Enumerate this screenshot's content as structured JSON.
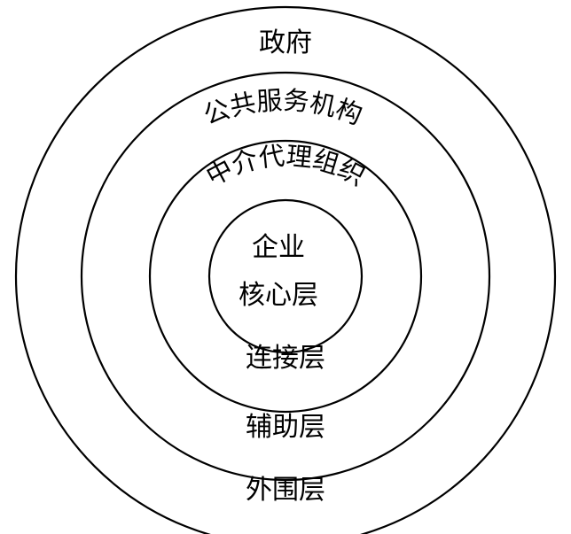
{
  "rings": {
    "outer": {
      "top_label": "政府",
      "bottom_label": "外围层"
    },
    "auxiliary": {
      "arc_label": "公共服务机构",
      "bottom_label": "辅助层"
    },
    "connection": {
      "arc_label": "中介代理组织",
      "bottom_label": "连接层"
    },
    "core": {
      "line1": "企业",
      "line2": "核心层"
    }
  }
}
